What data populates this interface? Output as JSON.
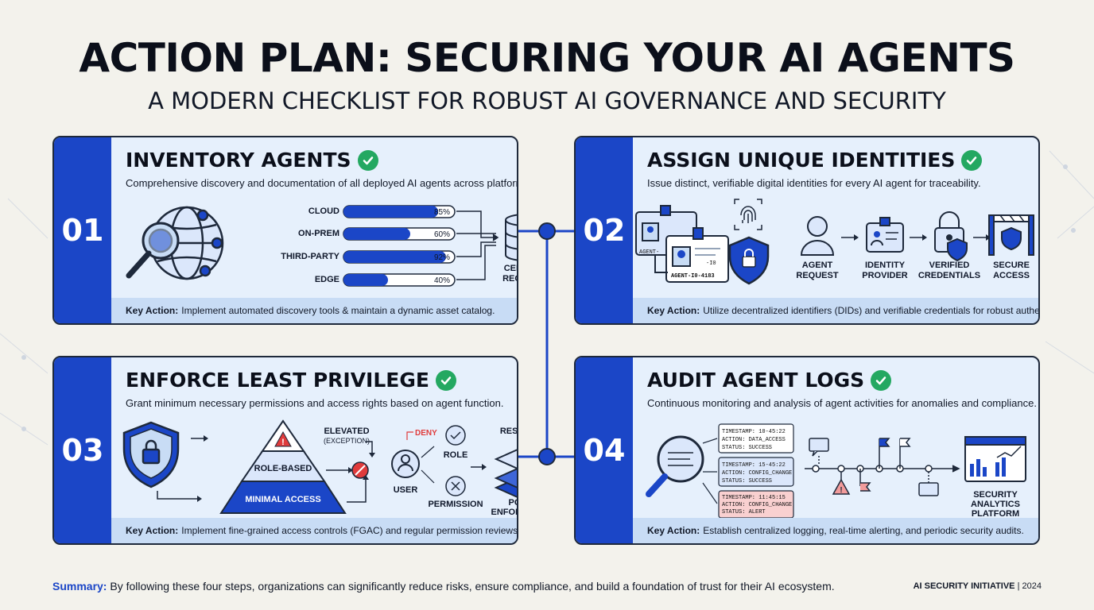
{
  "header": {
    "title": "ACTION PLAN: SECURING YOUR AI AGENTS",
    "subtitle": "A MODERN CHECKLIST FOR ROBUST AI GOVERNANCE AND SECURITY"
  },
  "steps": [
    {
      "number": "01",
      "title": "INVENTORY AGENTS",
      "description": "Comprehensive discovery and documentation of all deployed AI agents across platforms.",
      "key_label": "Key Action:",
      "key_action": "Implement automated discovery tools & maintain a dynamic asset catalog.",
      "bars": [
        {
          "label": "CLOUD",
          "value": "85%",
          "fraction": 0.85
        },
        {
          "label": "ON-PREM",
          "value": "60%",
          "fraction": 0.6
        },
        {
          "label": "THIRD-PARTY",
          "value": "92%",
          "fraction": 0.92
        },
        {
          "label": "EDGE",
          "value": "40%",
          "fraction": 0.4
        }
      ],
      "registry_line1": "CENTRAL",
      "registry_line2": "REGISTRY"
    },
    {
      "number": "02",
      "title": "ASSIGN UNIQUE IDENTITIES",
      "description": "Issue distinct, verifiable digital identities for every AI agent for traceability.",
      "key_label": "Key Action:",
      "key_action": "Utilize decentralized identifiers (DIDs) and verifiable credentials for robust authentication.",
      "badge_small": "AGENT-",
      "badge_id": "AGENT-I0-4183",
      "badge_code": "-I0",
      "flow": [
        {
          "line1": "AGENT",
          "line2": "REQUEST"
        },
        {
          "line1": "IDENTITY",
          "line2": "PROVIDER"
        },
        {
          "line1": "VERIFIED",
          "line2": "CREDENTIALS"
        },
        {
          "line1": "SECURE",
          "line2": "ACCESS"
        }
      ]
    },
    {
      "number": "03",
      "title": "ENFORCE LEAST PRIVILEGE",
      "description": "Grant minimum necessary permissions and access rights based on agent function.",
      "key_label": "Key Action:",
      "key_action": "Implement fine-grained access controls (FGAC) and regular permission reviews.",
      "elevated": "ELEVATED",
      "exception": "(EXCEPTION)",
      "role_based": "ROLE-BASED",
      "minimal": "MINIMAL ACCESS",
      "deny": "DENY",
      "user": "USER",
      "role": "ROLE",
      "permission": "PERMISSION",
      "resource": "RESOURCE",
      "policy_line1": "POLICY",
      "policy_line2": "ENFORCEMENT"
    },
    {
      "number": "04",
      "title": "AUDIT AGENT LOGS",
      "description": "Continuous monitoring and analysis of agent activities for anomalies and compliance.",
      "key_label": "Key Action:",
      "key_action": "Establish centralized logging, real-time alerting, and periodic security audits.",
      "logs": [
        {
          "l1": "TIMESTAMP: 10-45:22",
          "l2": "ACTION: DATA_ACCESS",
          "l3": "STATUS: SUCCESS"
        },
        {
          "l1": "TIMESTAMP: 15-45:22",
          "l2": "ACTION: CONFIG_CHANGE",
          "l3": "STATUS: SUCCESS"
        },
        {
          "l1": "TIMESTAMP: 11:45:15",
          "l2": "ACTION: CONFIG_CHANGE",
          "l3": "STATUS: ALERT"
        }
      ],
      "platform_line1": "SECURITY",
      "platform_line2": "ANALYTICS",
      "platform_line3": "PLATFORM"
    }
  ],
  "footer": {
    "summary_label": "Summary:",
    "summary_text": "By following these four steps, organizations can significantly reduce risks, ensure compliance, and build a foundation of trust for their AI ecosystem.",
    "brand": "AI SECURITY INITIATIVE",
    "year": "2024"
  },
  "colors": {
    "primary_blue": "#1b46c7",
    "card_bg": "#e6f0fc",
    "key_bg": "#c8dcf5",
    "check_green": "#24a861",
    "alert_red": "#e03b3b"
  }
}
